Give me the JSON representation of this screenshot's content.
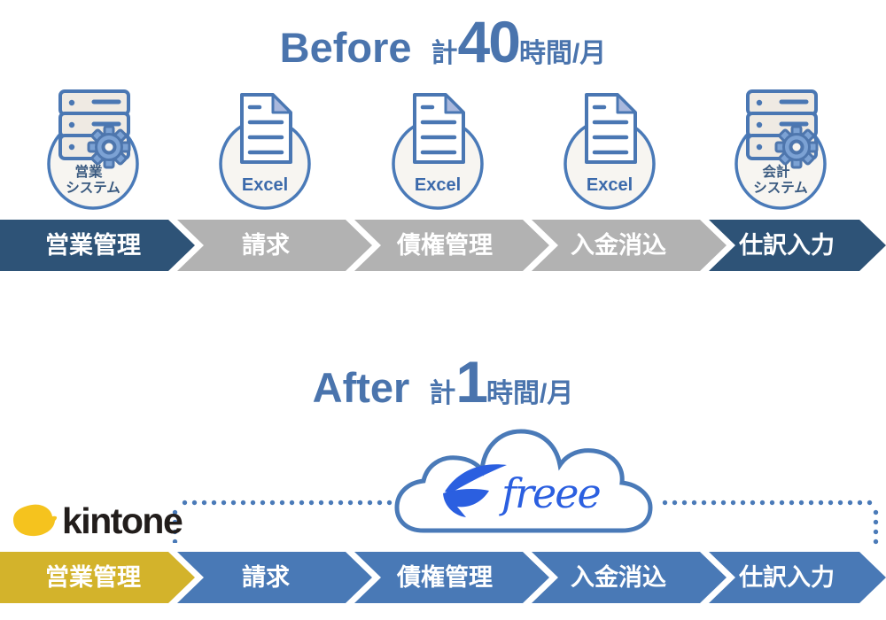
{
  "colors": {
    "title_blue": "#4a74ad",
    "step_navy": "#2e5377",
    "step_gray": "#b2b2b2",
    "step_blue": "#4979b6",
    "step_yellow": "#d3b32b",
    "outline_blue": "#4a7ab8",
    "freee_blue": "#2b5fe0",
    "kintone_yellow": "#f5c31e",
    "dotted_line_blue": "#4a7ab8"
  },
  "before": {
    "title": {
      "prefix": "Before",
      "total_label": "計",
      "amount": "40",
      "unit": "時間/月"
    },
    "icons": [
      {
        "name": "sales-system",
        "lines": [
          "営業",
          "システム"
        ]
      },
      {
        "name": "excel-1",
        "lines": [
          "Excel"
        ]
      },
      {
        "name": "excel-2",
        "lines": [
          "Excel"
        ]
      },
      {
        "name": "excel-3",
        "lines": [
          "Excel"
        ]
      },
      {
        "name": "accounting-system",
        "lines": [
          "会計",
          "システム"
        ]
      }
    ],
    "steps": [
      {
        "label": "営業管理",
        "fill": "#2e5377"
      },
      {
        "label": "請求",
        "fill": "#b2b2b2"
      },
      {
        "label": "債権管理",
        "fill": "#b2b2b2"
      },
      {
        "label": "入金消込",
        "fill": "#b2b2b2"
      },
      {
        "label": "仕訳入力",
        "fill": "#2e5377"
      }
    ]
  },
  "after": {
    "title": {
      "prefix": "After",
      "total_label": "計",
      "amount": "1",
      "unit": "時間/月"
    },
    "brands": {
      "kintone": "kintone",
      "freee": "freee"
    },
    "steps": [
      {
        "label": "営業管理",
        "fill": "#d3b32b"
      },
      {
        "label": "請求",
        "fill": "#4979b6"
      },
      {
        "label": "債権管理",
        "fill": "#4979b6"
      },
      {
        "label": "入金消込",
        "fill": "#4979b6"
      },
      {
        "label": "仕訳入力",
        "fill": "#4979b6"
      }
    ]
  }
}
